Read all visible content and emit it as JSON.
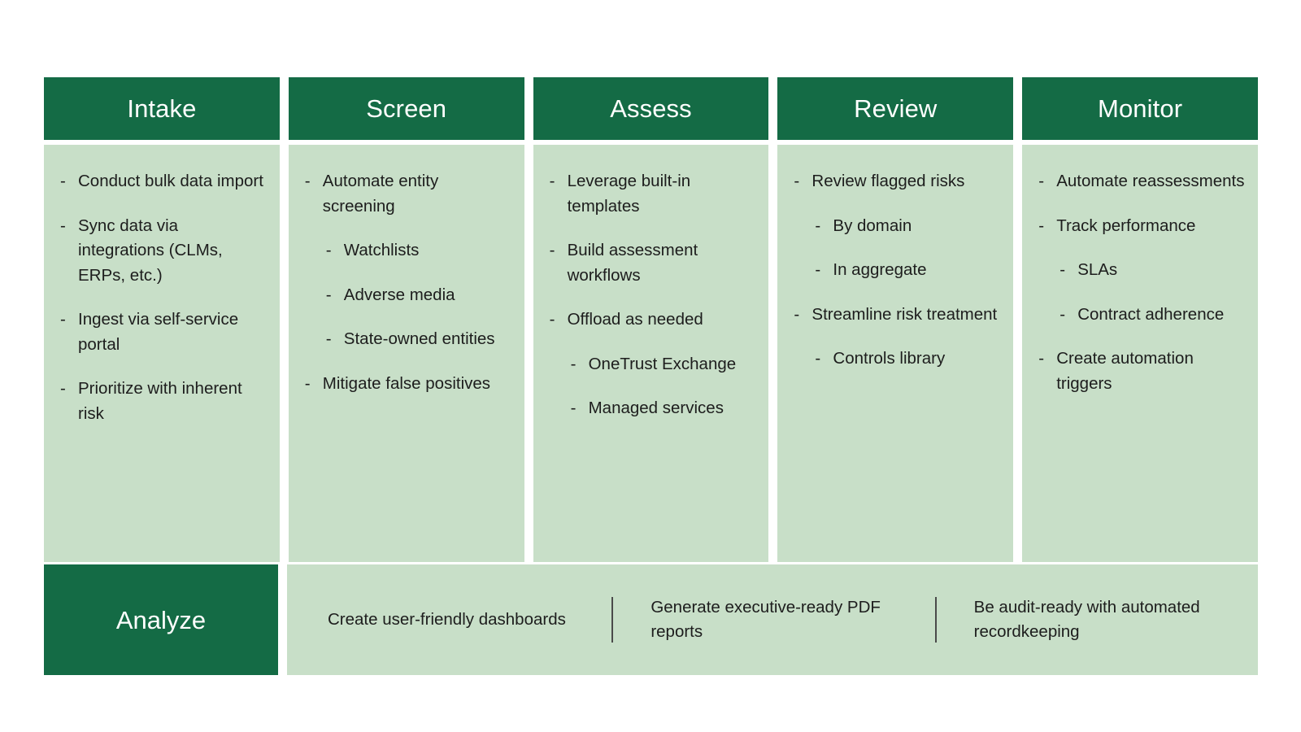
{
  "theme": {
    "header_green": "#146B45",
    "body_green": "#C8DFC8",
    "text_dark": "#1d1d1d",
    "header_text": "#ffffff",
    "divider": "#4a4a4a",
    "background": "#ffffff"
  },
  "bullet_marker": "-",
  "stages": [
    {
      "title": "Intake",
      "items": [
        {
          "text": "Conduct bulk data import",
          "level": 1
        },
        {
          "text": "Sync data via integrations (CLMs, ERPs, etc.)",
          "level": 1
        },
        {
          "text": "Ingest via self-service portal",
          "level": 1
        },
        {
          "text": "Prioritize with inherent risk",
          "level": 1
        }
      ]
    },
    {
      "title": "Screen",
      "items": [
        {
          "text": "Automate entity screening",
          "level": 1
        },
        {
          "text": "Watchlists",
          "level": 2
        },
        {
          "text": "Adverse media",
          "level": 2
        },
        {
          "text": "State-owned entities",
          "level": 2
        },
        {
          "text": "Mitigate false positives",
          "level": 1
        }
      ]
    },
    {
      "title": "Assess",
      "items": [
        {
          "text": "Leverage built-in templates",
          "level": 1
        },
        {
          "text": "Build assessment workflows",
          "level": 1
        },
        {
          "text": "Offload as needed",
          "level": 1
        },
        {
          "text": "OneTrust Exchange",
          "level": 2
        },
        {
          "text": "Managed services",
          "level": 2
        }
      ]
    },
    {
      "title": "Review",
      "items": [
        {
          "text": "Review flagged risks",
          "level": 1
        },
        {
          "text": "By domain",
          "level": 2
        },
        {
          "text": "In aggregate",
          "level": 2
        },
        {
          "text": "Streamline risk treatment",
          "level": 1
        },
        {
          "text": "Controls library",
          "level": 2
        }
      ]
    },
    {
      "title": "Monitor",
      "items": [
        {
          "text": "Automate reassessments",
          "level": 1
        },
        {
          "text": "Track performance",
          "level": 1
        },
        {
          "text": "SLAs",
          "level": 2
        },
        {
          "text": "Contract adherence",
          "level": 2
        },
        {
          "text": "Create automation triggers",
          "level": 1
        }
      ]
    }
  ],
  "analyze": {
    "title": "Analyze",
    "items": [
      {
        "text": "Create user-friendly dashboards"
      },
      {
        "text": "Generate executive-ready PDF reports"
      },
      {
        "text": "Be audit-ready with automated recordkeeping"
      }
    ]
  }
}
